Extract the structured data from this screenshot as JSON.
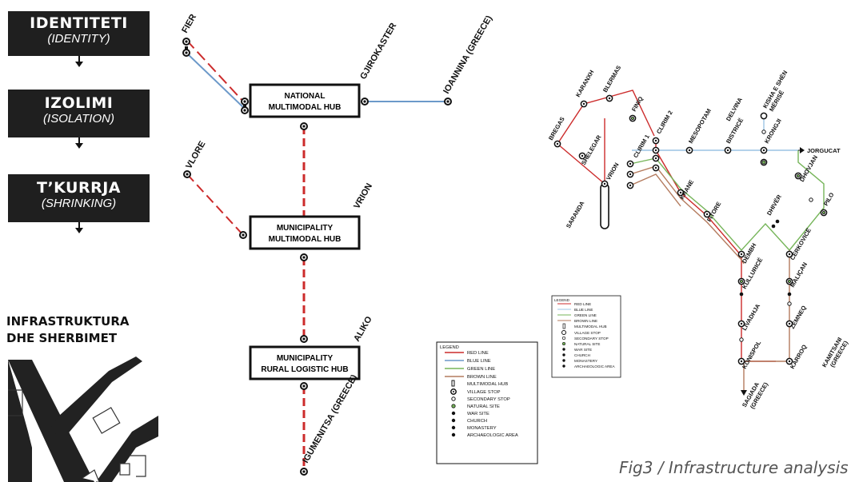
{
  "left_panel": {
    "steps": [
      {
        "title": "IDENTITETI",
        "subtitle": "(IDENTITY)"
      },
      {
        "title": "IZOLIMI",
        "subtitle": "(ISOLATION)"
      },
      {
        "title": "T’KURRJA",
        "subtitle": "(SHRINKING)"
      }
    ],
    "heading_line1": "INFRASTRUKTURA",
    "heading_line2": "DHE SHERBIMET"
  },
  "hub_diagram": {
    "hubs": [
      "NATIONAL MULTIMODAL HUB",
      "MUNICIPALITY MULTIMODAL HUB",
      "MUNICIPALITY RURAL LOGISTIC HUB"
    ],
    "places": [
      "FIER",
      "GJIROKASTER",
      "IOANNINA (GREECE)",
      "VLORE",
      "VRION",
      "ALIKO",
      "IGUMENITSA (GREECE)"
    ]
  },
  "legend_labels": [
    "LEGEND",
    "RED LINE",
    "BLUE LINE",
    "GREEN LINE",
    "BROWN LINE",
    "MULTIMODAL HUB",
    "VILLAGE STOP",
    "SECONDARY STOP",
    "NATURAL SITE",
    "WAR SITE",
    "CHURCH",
    "MONASTERY",
    "ARCHAEOLOGIC AREA"
  ],
  "transit_map": {
    "stations": [
      "BREGAS",
      "KARANXH",
      "BLERMAS",
      "FINIQ",
      "SHELEGAR",
      "VRION",
      "CLIRIM 1",
      "CLIRIM 2",
      "SARANDA",
      "MESOPOTAM",
      "DELVINA",
      "KISHA E SHËN MËRISË",
      "BISTRICË",
      "KRONGJI",
      "JORGUCAT",
      "KRANE",
      "FITORE",
      "DHIVËR",
      "DHOVJAN",
      "PILO",
      "DEMBH",
      "CERKOVICË",
      "KULLURICË",
      "MALIÇAN",
      "LIVADHJA",
      "ZEMNEQ",
      "KONISPOL",
      "KARROQ",
      "KAMITSANI (GREECE)",
      "SAGIADA (GREECE)"
    ]
  },
  "caption": "Fig3 / Infrastructure analysis",
  "colors": {
    "red": "#cc2b2b",
    "blue": "#6c99c9",
    "green": "#76b55a",
    "brown": "#b47b5e",
    "dark": "#1f1f1f"
  }
}
